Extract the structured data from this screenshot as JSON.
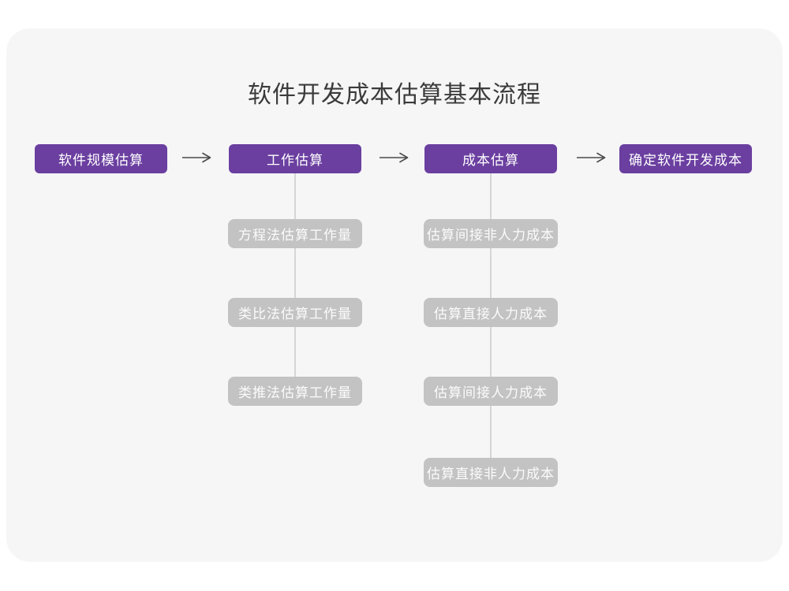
{
  "title": "软件开发成本估算基本流程",
  "flow": {
    "steps": [
      {
        "label": "软件规模估算"
      },
      {
        "label": "工作估算"
      },
      {
        "label": "成本估算"
      },
      {
        "label": "确定软件开发成本"
      }
    ]
  },
  "work_methods": [
    "方程法估算工作量",
    "类比法估算工作量",
    "类推法估算工作量"
  ],
  "cost_items": [
    "估算间接非人力成本",
    "估算直接人力成本",
    "估算间接人力成本",
    "估算直接非人力成本"
  ],
  "icons": {
    "arrow_right": "arrow-right-icon"
  },
  "colors": {
    "step_box": "#6b3fa0",
    "sub_box": "#c3c3c4",
    "card_background": "#f6f6f7",
    "page_background": "#ffffff",
    "connector_line": "#d5d5d6",
    "arrow": "#4a4a4a",
    "title_text": "#3b3b3b",
    "box_text": "#ffffff"
  }
}
